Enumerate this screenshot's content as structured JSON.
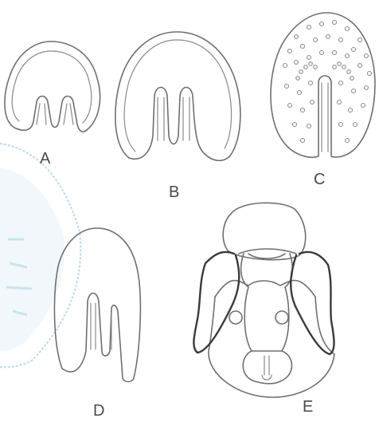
{
  "figure": {
    "panels": [
      {
        "id": "A",
        "label": "A"
      },
      {
        "id": "B",
        "label": "B"
      },
      {
        "id": "C",
        "label": "C"
      },
      {
        "id": "D",
        "label": "D"
      },
      {
        "id": "E",
        "label": "E"
      }
    ],
    "stamp_color": "#a9d4e6"
  }
}
